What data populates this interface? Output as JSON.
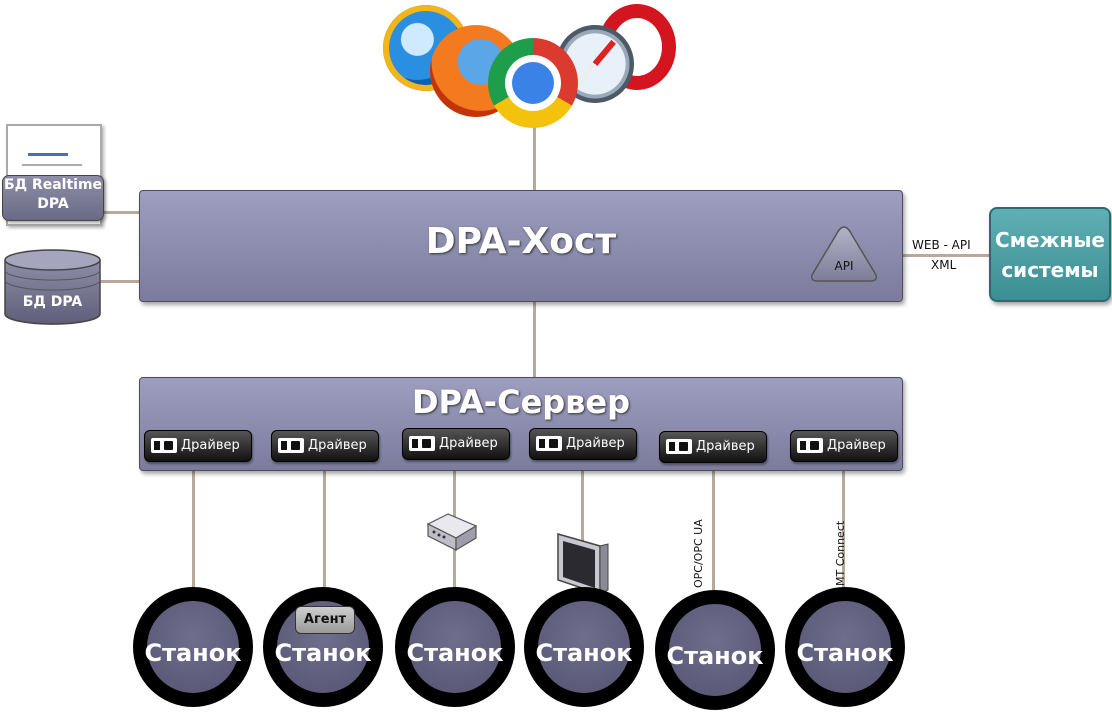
{
  "host": {
    "title": "DPA-Хост",
    "api_label": "API"
  },
  "server": {
    "title": "DPA-Сервер"
  },
  "databases": {
    "realtime_label_line1": "БД Realtime",
    "realtime_label_line2": "DPA",
    "main_label": "БД DPA"
  },
  "related_systems": {
    "label_line1": "Смежные",
    "label_line2": "системы",
    "connection_line1": "WEB - API",
    "connection_line2": "XML"
  },
  "drivers": [
    {
      "label": "Драйвер"
    },
    {
      "label": "Драйвер"
    },
    {
      "label": "Драйвер"
    },
    {
      "label": "Драйвер"
    },
    {
      "label": "Драйвер"
    },
    {
      "label": "Драйвер"
    }
  ],
  "machines": [
    {
      "label": "Станок"
    },
    {
      "label": "Станок"
    },
    {
      "label": "Станок"
    },
    {
      "label": "Станок"
    },
    {
      "label": "Станок"
    },
    {
      "label": "Станок"
    }
  ],
  "agent": {
    "label": "Агент"
  },
  "protocols": {
    "opc": "OPC/OPC UA",
    "mtconnect": "MT Connect"
  },
  "icons": [
    "internet-explorer-icon",
    "firefox-icon",
    "chrome-icon",
    "safari-icon",
    "opera-icon",
    "document-icon",
    "database-icon",
    "gateway-device-icon",
    "monitor-icon"
  ],
  "colors": {
    "box": "#8b8bab",
    "related": "#4a9ea2",
    "connector": "#b8a99a",
    "machine_ring": "#000000"
  }
}
